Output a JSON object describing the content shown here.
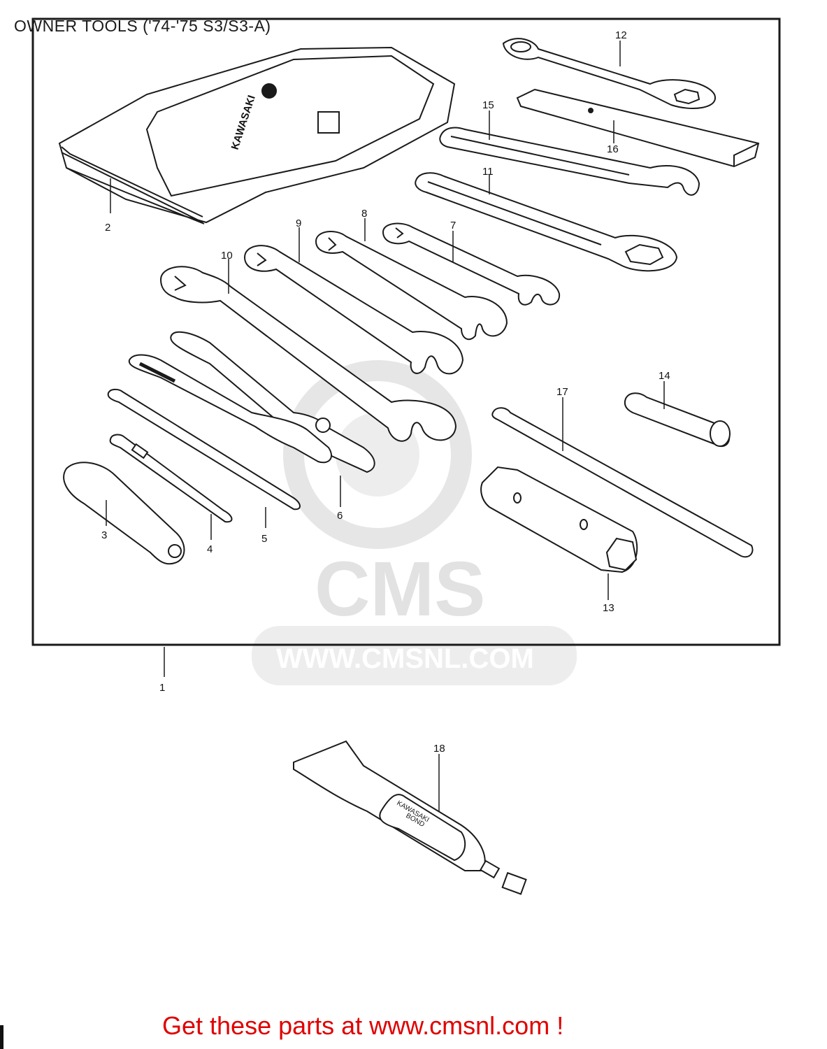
{
  "header": {
    "title": "OWNER TOOLS ('74-'75 S3/S3-A)"
  },
  "toolkit": {
    "pouch_brand": "KAWASAKI",
    "tube_label_line1": "KAWASAKI",
    "tube_label_line2": "BOND"
  },
  "callouts": {
    "c1": "1",
    "c2": "2",
    "c3": "3",
    "c4": "4",
    "c5": "5",
    "c6": "6",
    "c7": "7",
    "c8": "8",
    "c9": "9",
    "c10": "10",
    "c11": "11",
    "c12": "12",
    "c13": "13",
    "c14": "14",
    "c15": "15",
    "c16": "16",
    "c17": "17",
    "c18": "18"
  },
  "watermark": {
    "logo_text": "CMS",
    "url_text": "WWW.CMSNL.COM"
  },
  "footer": {
    "link_text": "Get these parts at www.cmsnl.com !"
  },
  "colors": {
    "line": "#1a1a1a",
    "footer_link": "#e00000",
    "watermark": "#e6e6e6"
  }
}
